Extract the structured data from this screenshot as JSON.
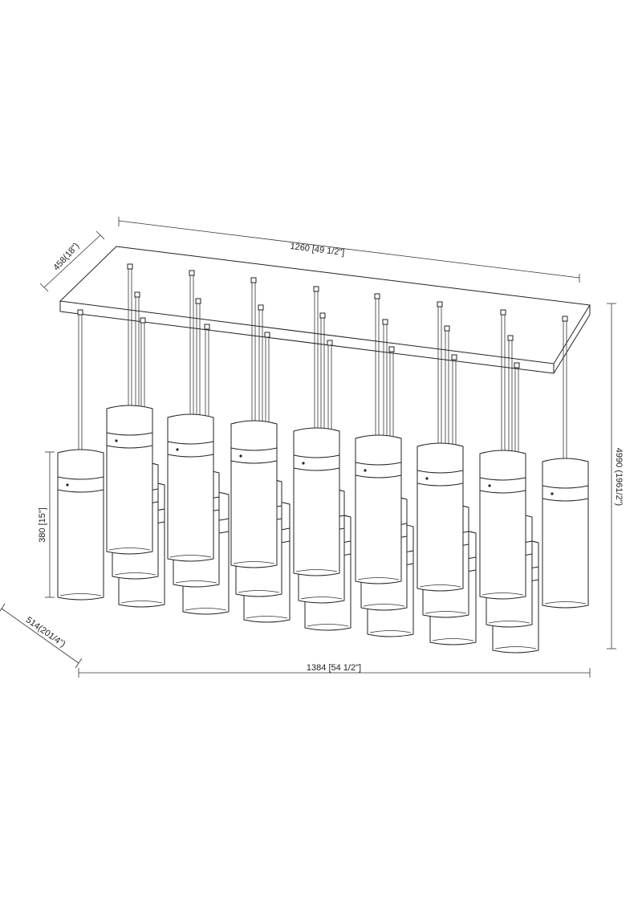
{
  "dimensions": {
    "canopy_length": "1260 [49 1/2\"]",
    "canopy_depth": "458(18\")",
    "overall_length": "1384 [54 1/2\"]",
    "overall_depth": "514(201/4\")",
    "overall_height": "4990 (1961/2\")",
    "shade_height": "380 [15\"]"
  },
  "icons": {
    "diagram": "chandelier-line-drawing",
    "pendant": "cylinder-pendant-icon",
    "canopy": "rectangular-canopy-icon"
  },
  "colors": {
    "line": "#222222",
    "background": "#ffffff"
  }
}
